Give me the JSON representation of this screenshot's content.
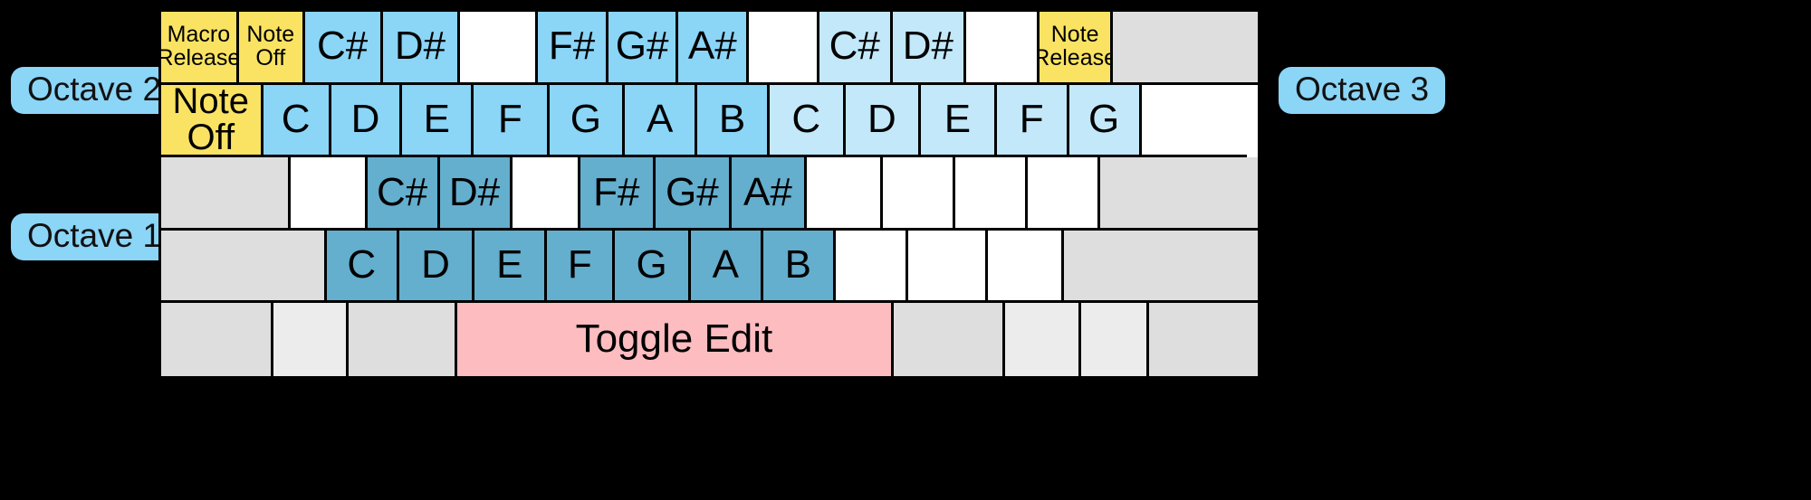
{
  "labels": {
    "octave1": "Octave 1",
    "octave2": "Octave 2",
    "octave3": "Octave 3"
  },
  "colors": {
    "background": "#000000",
    "white_key": "#ffffff",
    "grey_key": "#dedede",
    "grey_key_light": "#ececec",
    "yellow_key": "#fae363",
    "sky_blue_key": "#8bd5f7",
    "light_blue_key": "#c2e8fa",
    "steel_blue_key": "#64aece",
    "pink_key": "#fcbcc0",
    "border": "#000000"
  },
  "keyboard": {
    "rows": [
      {
        "name": "octave2-sharps-row",
        "keys": [
          {
            "label": "Macro\nRelease",
            "fill": "f-yellow",
            "size": "t-small",
            "w": 7.3,
            "interactable": true
          },
          {
            "label": "Note\nOff",
            "fill": "f-yellow",
            "size": "t-small",
            "w": 6.2,
            "interactable": true
          },
          {
            "label": "C#",
            "fill": "f-sky",
            "size": "t-big",
            "w": 7.3,
            "interactable": true
          },
          {
            "label": "D#",
            "fill": "f-sky",
            "size": "t-big",
            "w": 7.3,
            "interactable": true
          },
          {
            "label": "",
            "fill": "f-white",
            "size": "t-big",
            "w": 7.3,
            "interactable": true
          },
          {
            "label": "F#",
            "fill": "f-sky",
            "size": "t-big",
            "w": 6.6,
            "interactable": true
          },
          {
            "label": "G#",
            "fill": "f-sky",
            "size": "t-big",
            "w": 6.6,
            "interactable": true
          },
          {
            "label": "A#",
            "fill": "f-sky",
            "size": "t-big",
            "w": 6.6,
            "interactable": true
          },
          {
            "label": "",
            "fill": "f-white",
            "size": "t-big",
            "w": 6.6,
            "interactable": true
          },
          {
            "label": "C#",
            "fill": "f-lightsky",
            "size": "t-big",
            "w": 6.9,
            "interactable": true
          },
          {
            "label": "D#",
            "fill": "f-lightsky",
            "size": "t-big",
            "w": 6.9,
            "interactable": true
          },
          {
            "label": "",
            "fill": "f-white",
            "size": "t-big",
            "w": 6.9,
            "interactable": true
          },
          {
            "label": "Note\nRelease",
            "fill": "f-yellow",
            "size": "t-small",
            "w": 6.9,
            "interactable": true
          },
          {
            "label": "",
            "fill": "f-grey",
            "size": "t-big",
            "w": 13.6,
            "interactable": true
          }
        ]
      },
      {
        "name": "octave2-whites-row",
        "keys": [
          {
            "label": "Note\nOff",
            "fill": "f-yellow",
            "size": "t-mid",
            "w": 9.3,
            "interactable": true
          },
          {
            "label": "C",
            "fill": "f-sky",
            "size": "t-big",
            "w": 6.2,
            "interactable": true
          },
          {
            "label": "D",
            "fill": "f-sky",
            "size": "t-big",
            "w": 6.5,
            "interactable": true
          },
          {
            "label": "E",
            "fill": "f-sky",
            "size": "t-big",
            "w": 6.5,
            "interactable": true
          },
          {
            "label": "F",
            "fill": "f-sky",
            "size": "t-big",
            "w": 6.9,
            "interactable": true
          },
          {
            "label": "G",
            "fill": "f-sky",
            "size": "t-big",
            "w": 6.9,
            "interactable": true
          },
          {
            "label": "A",
            "fill": "f-sky",
            "size": "t-big",
            "w": 6.6,
            "interactable": true
          },
          {
            "label": "B",
            "fill": "f-sky",
            "size": "t-big",
            "w": 6.6,
            "interactable": true
          },
          {
            "label": "C",
            "fill": "f-lightsky",
            "size": "t-big",
            "w": 6.9,
            "interactable": true
          },
          {
            "label": "D",
            "fill": "f-lightsky",
            "size": "t-big",
            "w": 6.9,
            "interactable": true
          },
          {
            "label": "E",
            "fill": "f-lightsky",
            "size": "t-big",
            "w": 6.9,
            "interactable": true
          },
          {
            "label": "F",
            "fill": "f-lightsky",
            "size": "t-big",
            "w": 6.6,
            "interactable": true
          },
          {
            "label": "G",
            "fill": "f-lightsky",
            "size": "t-big",
            "w": 6.6,
            "interactable": true
          },
          {
            "label": "",
            "fill": "f-white",
            "size": "t-big",
            "w": 9.6,
            "interactable": true
          }
        ]
      },
      {
        "name": "octave1-sharps-row",
        "keys": [
          {
            "label": "",
            "fill": "f-grey",
            "size": "t-big",
            "w": 11.8,
            "interactable": true
          },
          {
            "label": "",
            "fill": "f-white",
            "size": "t-big",
            "w": 7.0,
            "interactable": true
          },
          {
            "label": "C#",
            "fill": "f-steel",
            "size": "t-big",
            "w": 6.6,
            "interactable": true
          },
          {
            "label": "D#",
            "fill": "f-steel",
            "size": "t-big",
            "w": 6.6,
            "interactable": true
          },
          {
            "label": "",
            "fill": "f-white",
            "size": "t-big",
            "w": 6.2,
            "interactable": true
          },
          {
            "label": "F#",
            "fill": "f-steel",
            "size": "t-big",
            "w": 6.9,
            "interactable": true
          },
          {
            "label": "G#",
            "fill": "f-steel",
            "size": "t-big",
            "w": 6.9,
            "interactable": true
          },
          {
            "label": "A#",
            "fill": "f-steel",
            "size": "t-big",
            "w": 6.9,
            "interactable": true
          },
          {
            "label": "",
            "fill": "f-white",
            "size": "t-big",
            "w": 6.9,
            "interactable": true
          },
          {
            "label": "",
            "fill": "f-white",
            "size": "t-big",
            "w": 6.6,
            "interactable": true
          },
          {
            "label": "",
            "fill": "f-white",
            "size": "t-big",
            "w": 6.6,
            "interactable": true
          },
          {
            "label": "",
            "fill": "f-white",
            "size": "t-big",
            "w": 6.6,
            "interactable": true
          },
          {
            "label": "",
            "fill": "f-grey",
            "size": "t-big",
            "w": 14.4,
            "interactable": true
          }
        ]
      },
      {
        "name": "octave1-whites-row",
        "keys": [
          {
            "label": "",
            "fill": "f-grey",
            "size": "t-big",
            "w": 15.1,
            "interactable": true
          },
          {
            "label": "C",
            "fill": "f-steel",
            "size": "t-big",
            "w": 6.6,
            "interactable": true
          },
          {
            "label": "D",
            "fill": "f-steel",
            "size": "t-big",
            "w": 6.9,
            "interactable": true
          },
          {
            "label": "E",
            "fill": "f-steel",
            "size": "t-big",
            "w": 6.6,
            "interactable": true
          },
          {
            "label": "F",
            "fill": "f-steel",
            "size": "t-big",
            "w": 6.2,
            "interactable": true
          },
          {
            "label": "G",
            "fill": "f-steel",
            "size": "t-big",
            "w": 6.9,
            "interactable": true
          },
          {
            "label": "A",
            "fill": "f-steel",
            "size": "t-big",
            "w": 6.6,
            "interactable": true
          },
          {
            "label": "B",
            "fill": "f-steel",
            "size": "t-big",
            "w": 6.6,
            "interactable": true
          },
          {
            "label": "",
            "fill": "f-white",
            "size": "t-big",
            "w": 6.6,
            "interactable": true
          },
          {
            "label": "",
            "fill": "f-white",
            "size": "t-big",
            "w": 7.3,
            "interactable": true
          },
          {
            "label": "",
            "fill": "f-white",
            "size": "t-big",
            "w": 6.9,
            "interactable": true
          },
          {
            "label": "",
            "fill": "f-grey",
            "size": "t-big",
            "w": 17.7,
            "interactable": true
          }
        ]
      },
      {
        "name": "bottom-modifier-row",
        "keys": [
          {
            "label": "",
            "fill": "f-grey",
            "size": "t-big",
            "w": 10.2,
            "interactable": true
          },
          {
            "label": "",
            "fill": "f-grey2",
            "size": "t-big",
            "w": 6.9,
            "interactable": true
          },
          {
            "label": "",
            "fill": "f-grey",
            "size": "t-big",
            "w": 9.9,
            "interactable": true
          },
          {
            "label": "Toggle Edit",
            "fill": "f-pink",
            "size": "t-tog",
            "w": 39.8,
            "interactable": true
          },
          {
            "label": "",
            "fill": "f-grey",
            "size": "t-big",
            "w": 10.2,
            "interactable": true
          },
          {
            "label": "",
            "fill": "f-grey2",
            "size": "t-big",
            "w": 6.9,
            "interactable": true
          },
          {
            "label": "",
            "fill": "f-grey2",
            "size": "t-big",
            "w": 6.2,
            "interactable": true
          },
          {
            "label": "",
            "fill": "f-grey",
            "size": "t-big",
            "w": 9.9,
            "interactable": true
          }
        ]
      }
    ]
  }
}
